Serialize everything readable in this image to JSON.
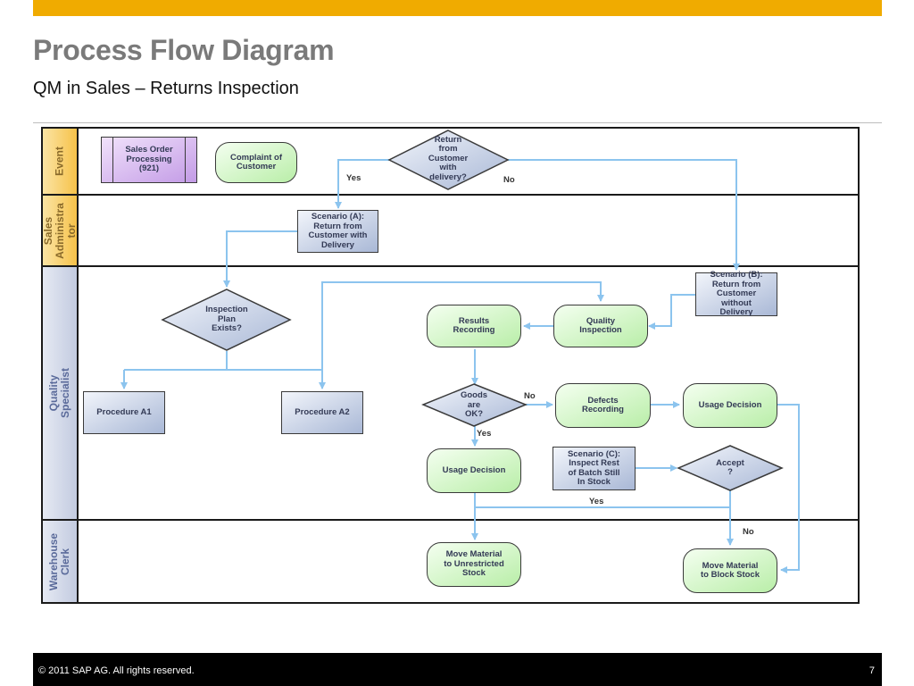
{
  "header": {
    "title": "Process Flow Diagram",
    "subtitle": "QM in Sales – Returns Inspection"
  },
  "lanes": {
    "event": "Event",
    "sales": "Sales\nAdministra\ntor",
    "quality": "Quality Specialist",
    "warehouse": "Warehouse\nClerk"
  },
  "nodes": {
    "sales_order": "Sales Order\nProcessing\n(921)",
    "complaint": "Complaint of\nCustomer",
    "return_decision": "Return\nfrom\nCustomer\nwith\ndelivery?",
    "scenario_a": "Scenario (A):\nReturn from\nCustomer with\nDelivery",
    "scenario_b": "Scenario (B):\nReturn from\nCustomer\nwithout\nDelivery",
    "inspection_plan": "Inspection\nPlan\nExists?",
    "results_recording": "Results\nRecording",
    "quality_inspection": "Quality\nInspection",
    "procedure_a1": "Procedure A1",
    "procedure_a2": "Procedure A2",
    "goods_ok": "Goods\nare\nOK?",
    "defects_recording": "Defects\nRecording",
    "usage_decision_top": "Usage Decision",
    "usage_decision_left": "Usage Decision",
    "scenario_c": "Scenario (C):\nInspect Rest\nof Batch Still\nIn Stock",
    "accept": "Accept\n?",
    "move_unrestricted": "Move Material\nto Unrestricted\nStock",
    "move_block": "Move Material\nto Block Stock"
  },
  "edge_labels": {
    "yes_return": "Yes",
    "no_return": "No",
    "no_goods": "No",
    "yes_goods": "Yes",
    "yes_accept": "Yes",
    "no_accept": "No"
  },
  "colors": {
    "accent_bar": "#f0ab00",
    "arrow": "#8cc4ee",
    "event_node": "#c39be6",
    "step_node": "#b9eea8",
    "process_box": "#a9b8d6"
  },
  "footer": {
    "copyright": "©  2011 SAP AG. All rights reserved.",
    "page": "7"
  }
}
